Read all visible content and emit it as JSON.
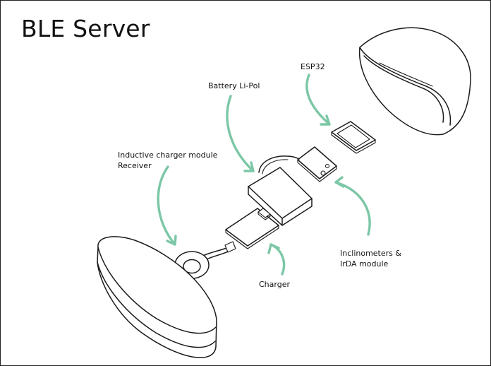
{
  "title": "BLE Server",
  "labels": {
    "esp32": "ESP32",
    "battery": "Battery Li-Pol",
    "inductive_line1": "Inductive charger module",
    "inductive_line2": "Receiver",
    "inclinometers_line1": "Inclinometers &",
    "inclinometers_line2": "IrDA module",
    "charger": "Charger"
  },
  "colors": {
    "arrow": "#7cc7a6",
    "stroke": "#1a1a1a",
    "background": "#ffffff"
  }
}
